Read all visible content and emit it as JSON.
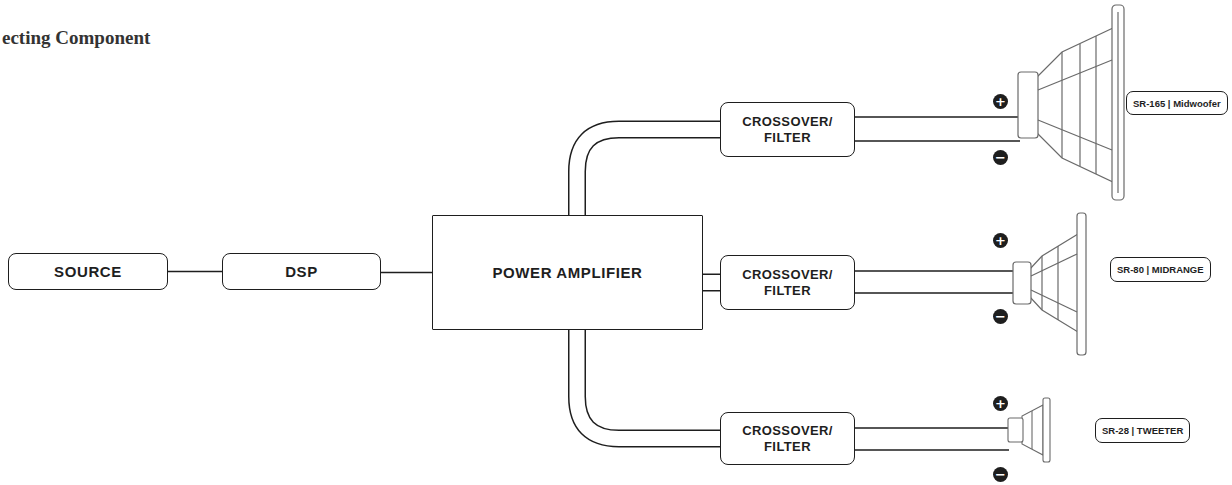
{
  "diagram": {
    "title": "ecting Component",
    "nodes": [
      {
        "text": [
          "SOURCE"
        ]
      },
      {
        "text": [
          "DSP"
        ]
      },
      {
        "text": [
          "POWER AMPLIFIER"
        ]
      },
      {
        "text": [
          "CROSSOVER/ FILTER"
        ]
      },
      {
        "text": [
          "SR-165 | Midwoofer"
        ]
      },
      {
        "text": [
          "CROSSOVER/ FILTER"
        ]
      },
      {
        "text": [
          "SR-80 | MIDRANGE"
        ]
      },
      {
        "text": [
          "CROSSOVER/ FILTER"
        ]
      },
      {
        "text": [
          "SR-28 | TWEETER"
        ]
      }
    ],
    "edges": [
      {
        "from": 0,
        "to": 1,
        "arrow": "none"
      },
      {
        "from": 1,
        "to": 2,
        "arrow": "none"
      },
      {
        "from": 2,
        "to": 3,
        "arrow": "none"
      },
      {
        "from": 2,
        "to": 5,
        "arrow": "none"
      },
      {
        "from": 2,
        "to": 7,
        "arrow": "none"
      }
    ],
    "labels": [
      "+",
      "−",
      "+",
      "−",
      "+",
      "−"
    ]
  }
}
